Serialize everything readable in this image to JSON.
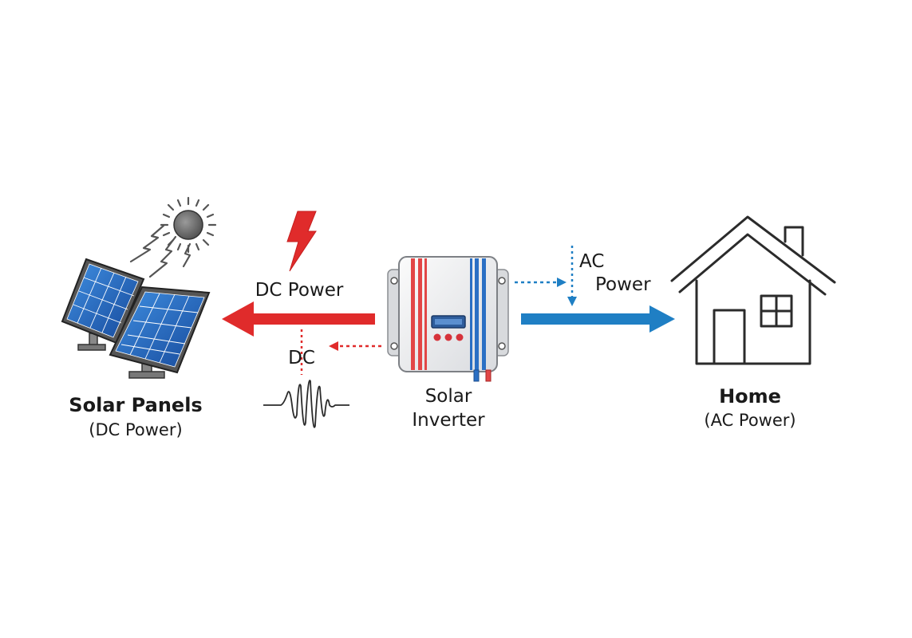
{
  "nodes": {
    "solar_panels": {
      "title": "Solar Panels",
      "subtitle": "(DC Power)"
    },
    "inverter": {
      "line1": "Solar",
      "line2": "Inverter"
    },
    "home": {
      "title": "Home",
      "subtitle": "(AC Power)"
    }
  },
  "edges": {
    "dc_power": {
      "label": "DC Power"
    },
    "dc_small": {
      "label": "DC"
    },
    "ac_power": {
      "line1": "AC",
      "line2": "Power"
    }
  },
  "icons": [
    "sun-icon",
    "lightning-bolt-icon",
    "solar-panel-icon",
    "inverter-icon",
    "house-icon",
    "dc-waveform-icon"
  ],
  "colors": {
    "dc": "#e02b2b",
    "ac": "#1f7fc4",
    "panel": "#1e5fb8",
    "outline": "#2b2b2b"
  }
}
